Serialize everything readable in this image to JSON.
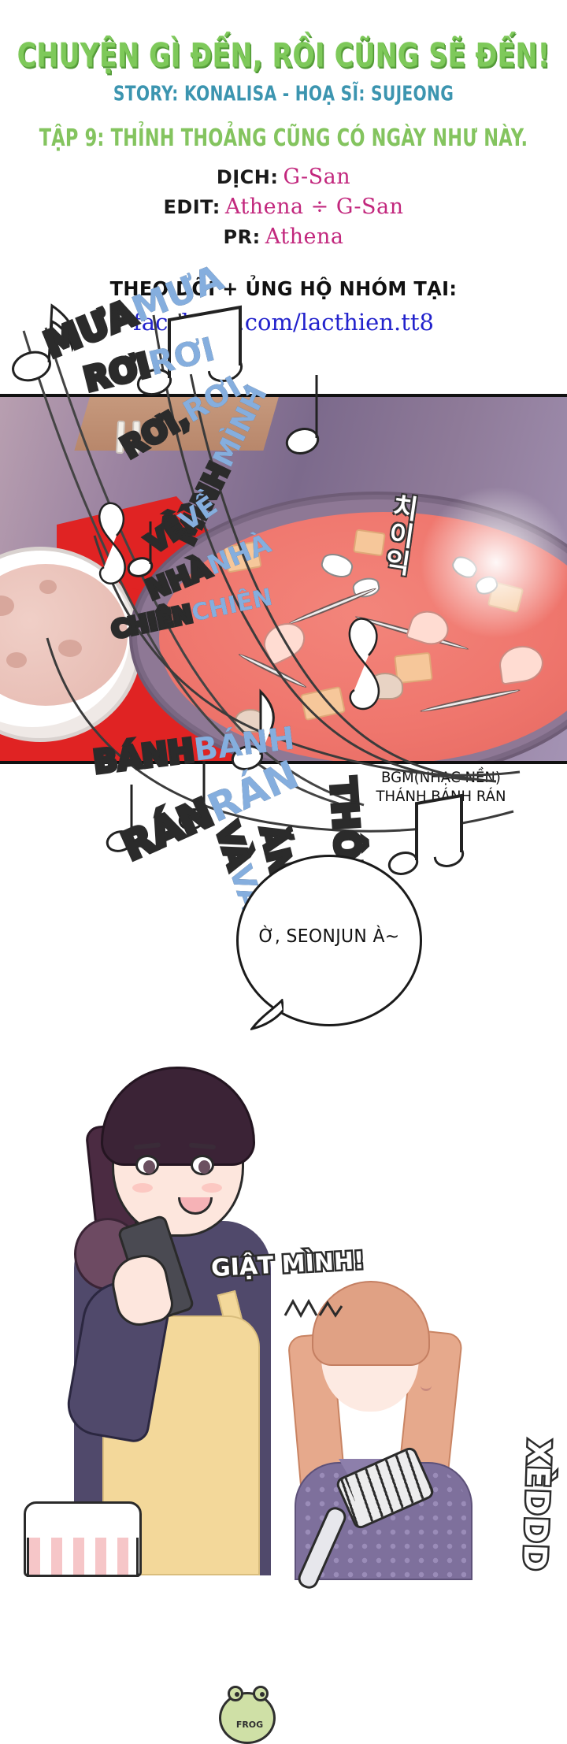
{
  "header": {
    "title": "CHUYỆN GÌ ĐẾN, RỒI CŨNG SẼ ĐẾN!",
    "byline": "STORY: KONALISA - HOẠ SĨ: SUJEONG",
    "episode": "TẬP 9: THỈNH THOẢNG CŨNG CÓ NGÀY NHƯ NÀY.",
    "colors": {
      "title_green": "#7ec95a",
      "byline_teal": "#3c95b0",
      "episode_green": "#84c45f",
      "staff_pink": "#c2277d",
      "link_blue": "#2222cc",
      "lyric_blue": "#85aede"
    }
  },
  "staff": [
    {
      "label": "DỊCH:",
      "value": "G-San"
    },
    {
      "label": "EDIT:",
      "value": "Athena ÷ G-San"
    },
    {
      "label": "PR:",
      "value": "Athena"
    }
  ],
  "follow": {
    "line": "THEO DÕI + ỦNG HỘ NHÓM TẠI:",
    "link": "facebook.com/lacthien.tt8"
  },
  "panel_food": {
    "korean_sfx": "치이익",
    "bgm_caption_line1": "BGM(NHẠC NỀN)",
    "bgm_caption_line2": "THÁNH BÁNH RÁN"
  },
  "lyrics": {
    "full": "MƯA RƠI RƠI, MÌNH VỀ NHÀ CHIÊN BÁNH RÁN VÀ ĂN THÔI ~",
    "words": [
      "MƯA",
      "RƠI",
      "RƠI,",
      "MÌNH",
      "VỀ",
      "NHÀ",
      "CHIÊN",
      "BÁNH",
      "RÁN",
      "VÀ",
      "ĂN",
      "THÔI",
      "~"
    ]
  },
  "dialogue": {
    "bubble": "Ờ, SEONJUN À~"
  },
  "sfx": {
    "giat_minh": "GIẬT MÌNH!",
    "xeddd": "XÈDDD"
  },
  "character": {
    "apron_badge": "FROG"
  }
}
